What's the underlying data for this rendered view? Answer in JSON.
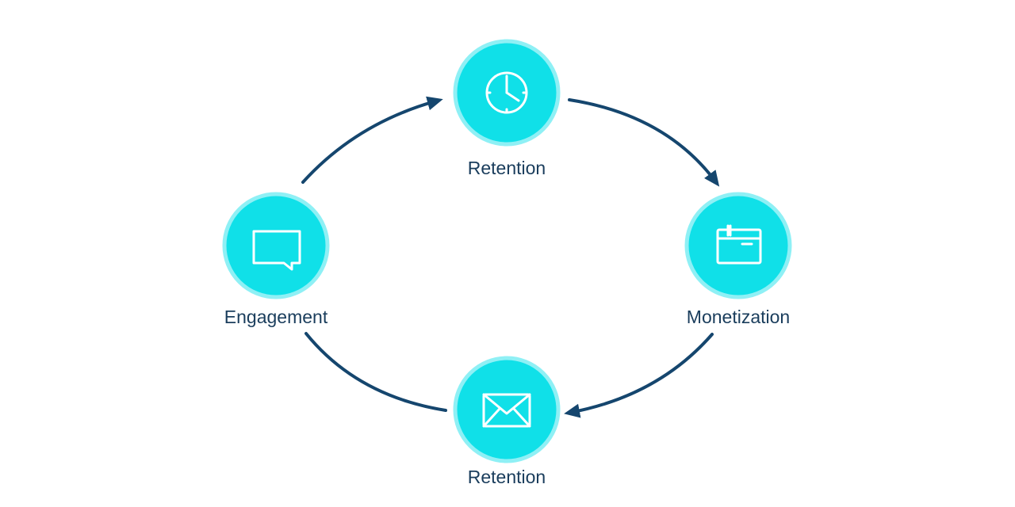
{
  "diagram": {
    "accent_color": "#10e0e8",
    "arrow_color": "#15466e",
    "label_color": "#1a3d5c",
    "nodes": [
      {
        "label": "Retention",
        "icon": "clock-icon"
      },
      {
        "label": "Monetization",
        "icon": "browser-window-icon"
      },
      {
        "label": "Retention",
        "icon": "envelope-icon"
      },
      {
        "label": "Engagement",
        "icon": "chat-bubble-icon"
      }
    ],
    "edges": [
      {
        "from": "Engagement",
        "to": "Retention (top)",
        "direction": "clockwise"
      },
      {
        "from": "Retention (top)",
        "to": "Monetization",
        "direction": "clockwise"
      },
      {
        "from": "Monetization",
        "to": "Retention (bottom)",
        "direction": "clockwise"
      },
      {
        "from": "Retention (bottom)",
        "to": "Engagement",
        "direction": "clockwise"
      }
    ]
  }
}
